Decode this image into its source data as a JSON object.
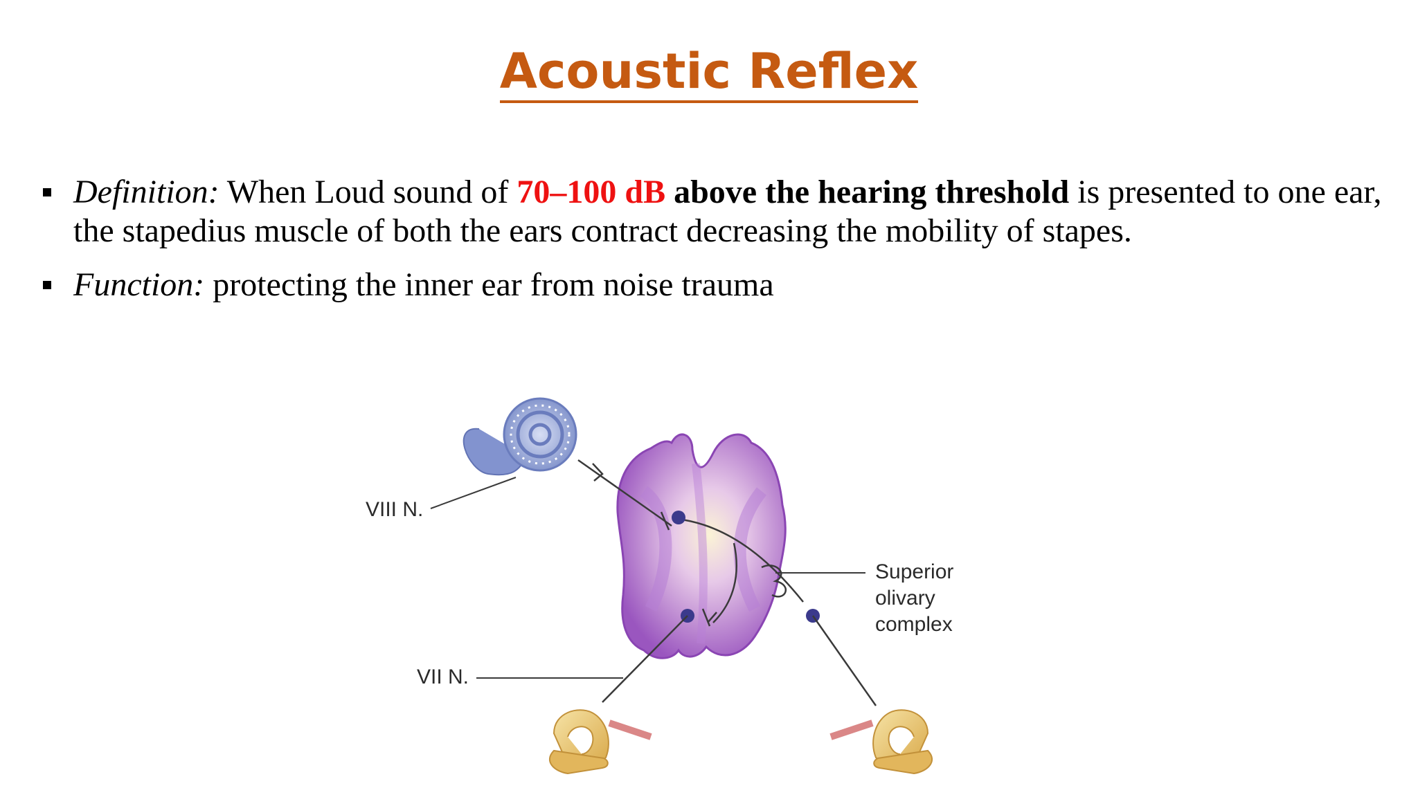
{
  "title": "Acoustic Reflex",
  "bullets": [
    {
      "term": "Definition:",
      "text_1": " When Loud sound of ",
      "highlight": "70–100 dB",
      "bold_text": " above the hearing threshold",
      "text_2": " is presented to one ear, the stapedius muscle of both the ears contract decreasing the mobility of stapes."
    },
    {
      "term": "Function:",
      "text_1": " protecting the inner ear from noise trauma"
    }
  ],
  "figure": {
    "labels": {
      "viii_n": "VIII N.",
      "vii_n": "VII N.",
      "superior_olivary_line1": "Superior",
      "superior_olivary_line2": "olivary",
      "superior_olivary_line3": "complex"
    }
  },
  "colors": {
    "title": "#c55a11",
    "highlight": "#ee1111",
    "brainstem": "#a866c8",
    "nucleus": "#3b3a8c",
    "stapes": "#e8c46a"
  }
}
